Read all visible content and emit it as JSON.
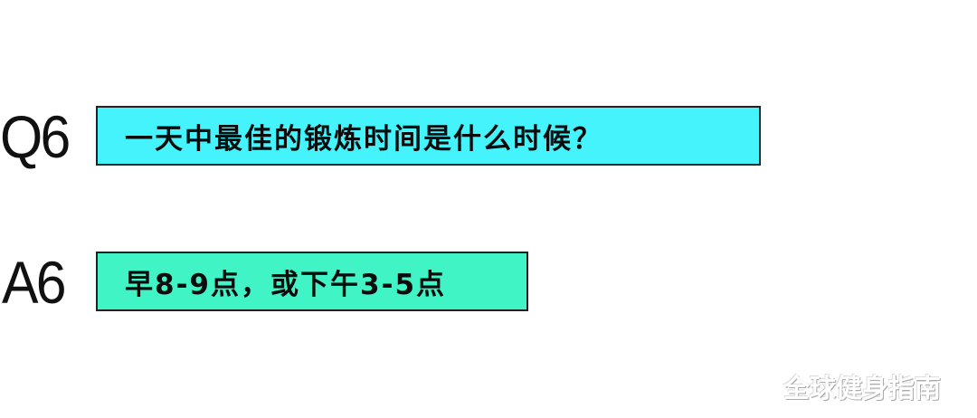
{
  "question": {
    "label": "Q6",
    "text": "一天中最佳的锻炼时间是什么时候？",
    "box_color": "#44f3fb"
  },
  "answer": {
    "label": "A6",
    "text": "早8-9点，或下午3-5点",
    "box_color": "#40f4c6"
  },
  "watermark": "全球健身指南"
}
